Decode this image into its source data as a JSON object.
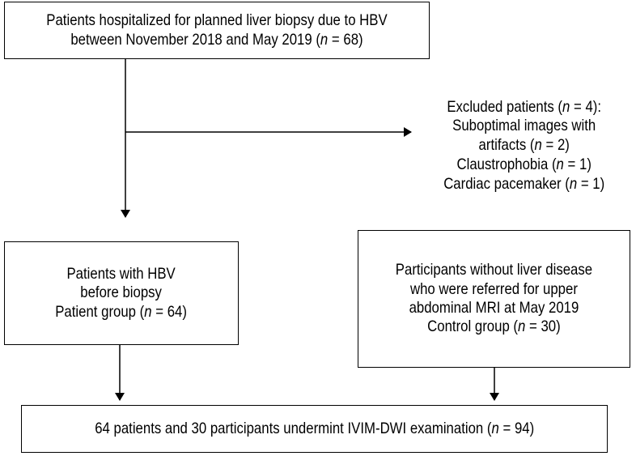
{
  "top_box": {
    "line1": "Patients hospitalized for planned liver biopsy due to HBV",
    "line2_pre": "between November 2018 and May 2019 (",
    "line2_n": "n",
    "line2_post": " = 68)"
  },
  "excluded": {
    "line1_pre": "Excluded patients (",
    "line1_n": "n",
    "line1_post": " = 4):",
    "line2": "Suboptimal images with",
    "line3_pre": "artifacts (",
    "line3_n": "n",
    "line3_post": " = 2)",
    "line4_pre": "Claustrophobia (",
    "line4_n": "n",
    "line4_post": " = 1)",
    "line5_pre": "Cardiac pacemaker (",
    "line5_n": "n",
    "line5_post": " = 1)"
  },
  "patient_box": {
    "line1": "Patients with HBV",
    "line2": "before biopsy",
    "line3_pre": "Patient group (",
    "line3_n": "n",
    "line3_post": " = 64)"
  },
  "control_box": {
    "line1": "Participants without liver disease",
    "line2": "who were referred for upper",
    "line3": "abdominal MRI at May 2019",
    "line4_pre": "Control group (",
    "line4_n": "n",
    "line4_post": " = 30)"
  },
  "bottom_box": {
    "line1_pre": "64 patients and 30 participants undermint IVIM-DWI examination (",
    "line1_n": "n",
    "line1_post": " = 94)"
  }
}
